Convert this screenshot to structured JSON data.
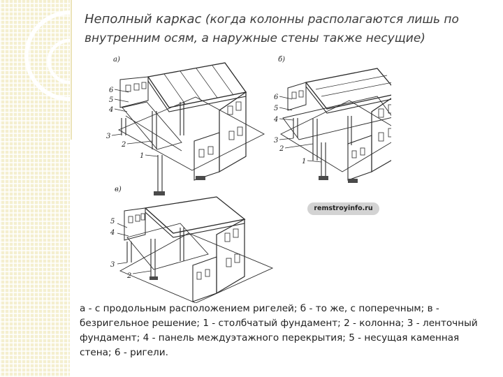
{
  "slide": {
    "title_main": "Неполный каркас",
    "title_rest": " (когда колонны располагаются лишь по внутренним осям, а наружные стены также несущие)",
    "caption": "а - с продольным расположением ригелей; б - то же, с поперечным; в - безригельное решение; 1 - столбчатый фундамент; 2 - колонна; 3 - ленточный фундамент; 4 - панель междуэтажного перекрытия; 5 - несущая каменная стена; 6 - ригели.",
    "watermark": "remstroyinfo.ru"
  },
  "figure": {
    "panel_a_letter": "а)",
    "panel_b_letter": "б)",
    "panel_c_letter": "в)",
    "num_1": "1",
    "num_2": "2",
    "num_3": "3",
    "num_4": "4",
    "num_5": "5",
    "num_6": "6"
  },
  "colors": {
    "side_strip": "#f4efcf",
    "line": "#2a2a2a",
    "hatch": "#4a4a4a"
  }
}
